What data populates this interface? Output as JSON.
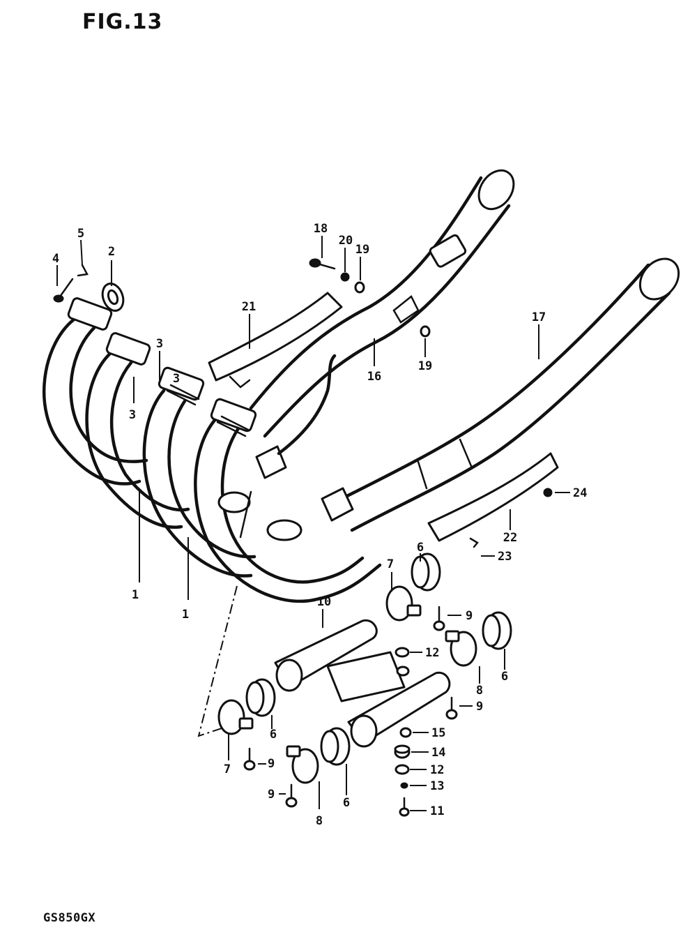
{
  "figure_title": "FIG.13",
  "model_code": "GS850GX",
  "callouts": [
    "1",
    "1",
    "2",
    "3",
    "3",
    "3",
    "4",
    "5",
    "6",
    "6",
    "6",
    "6",
    "7",
    "7",
    "8",
    "8",
    "9",
    "9",
    "9",
    "9",
    "10",
    "11",
    "12",
    "12",
    "13",
    "14",
    "15",
    "16",
    "17",
    "18",
    "19",
    "19",
    "20",
    "21",
    "22",
    "23",
    "24"
  ]
}
